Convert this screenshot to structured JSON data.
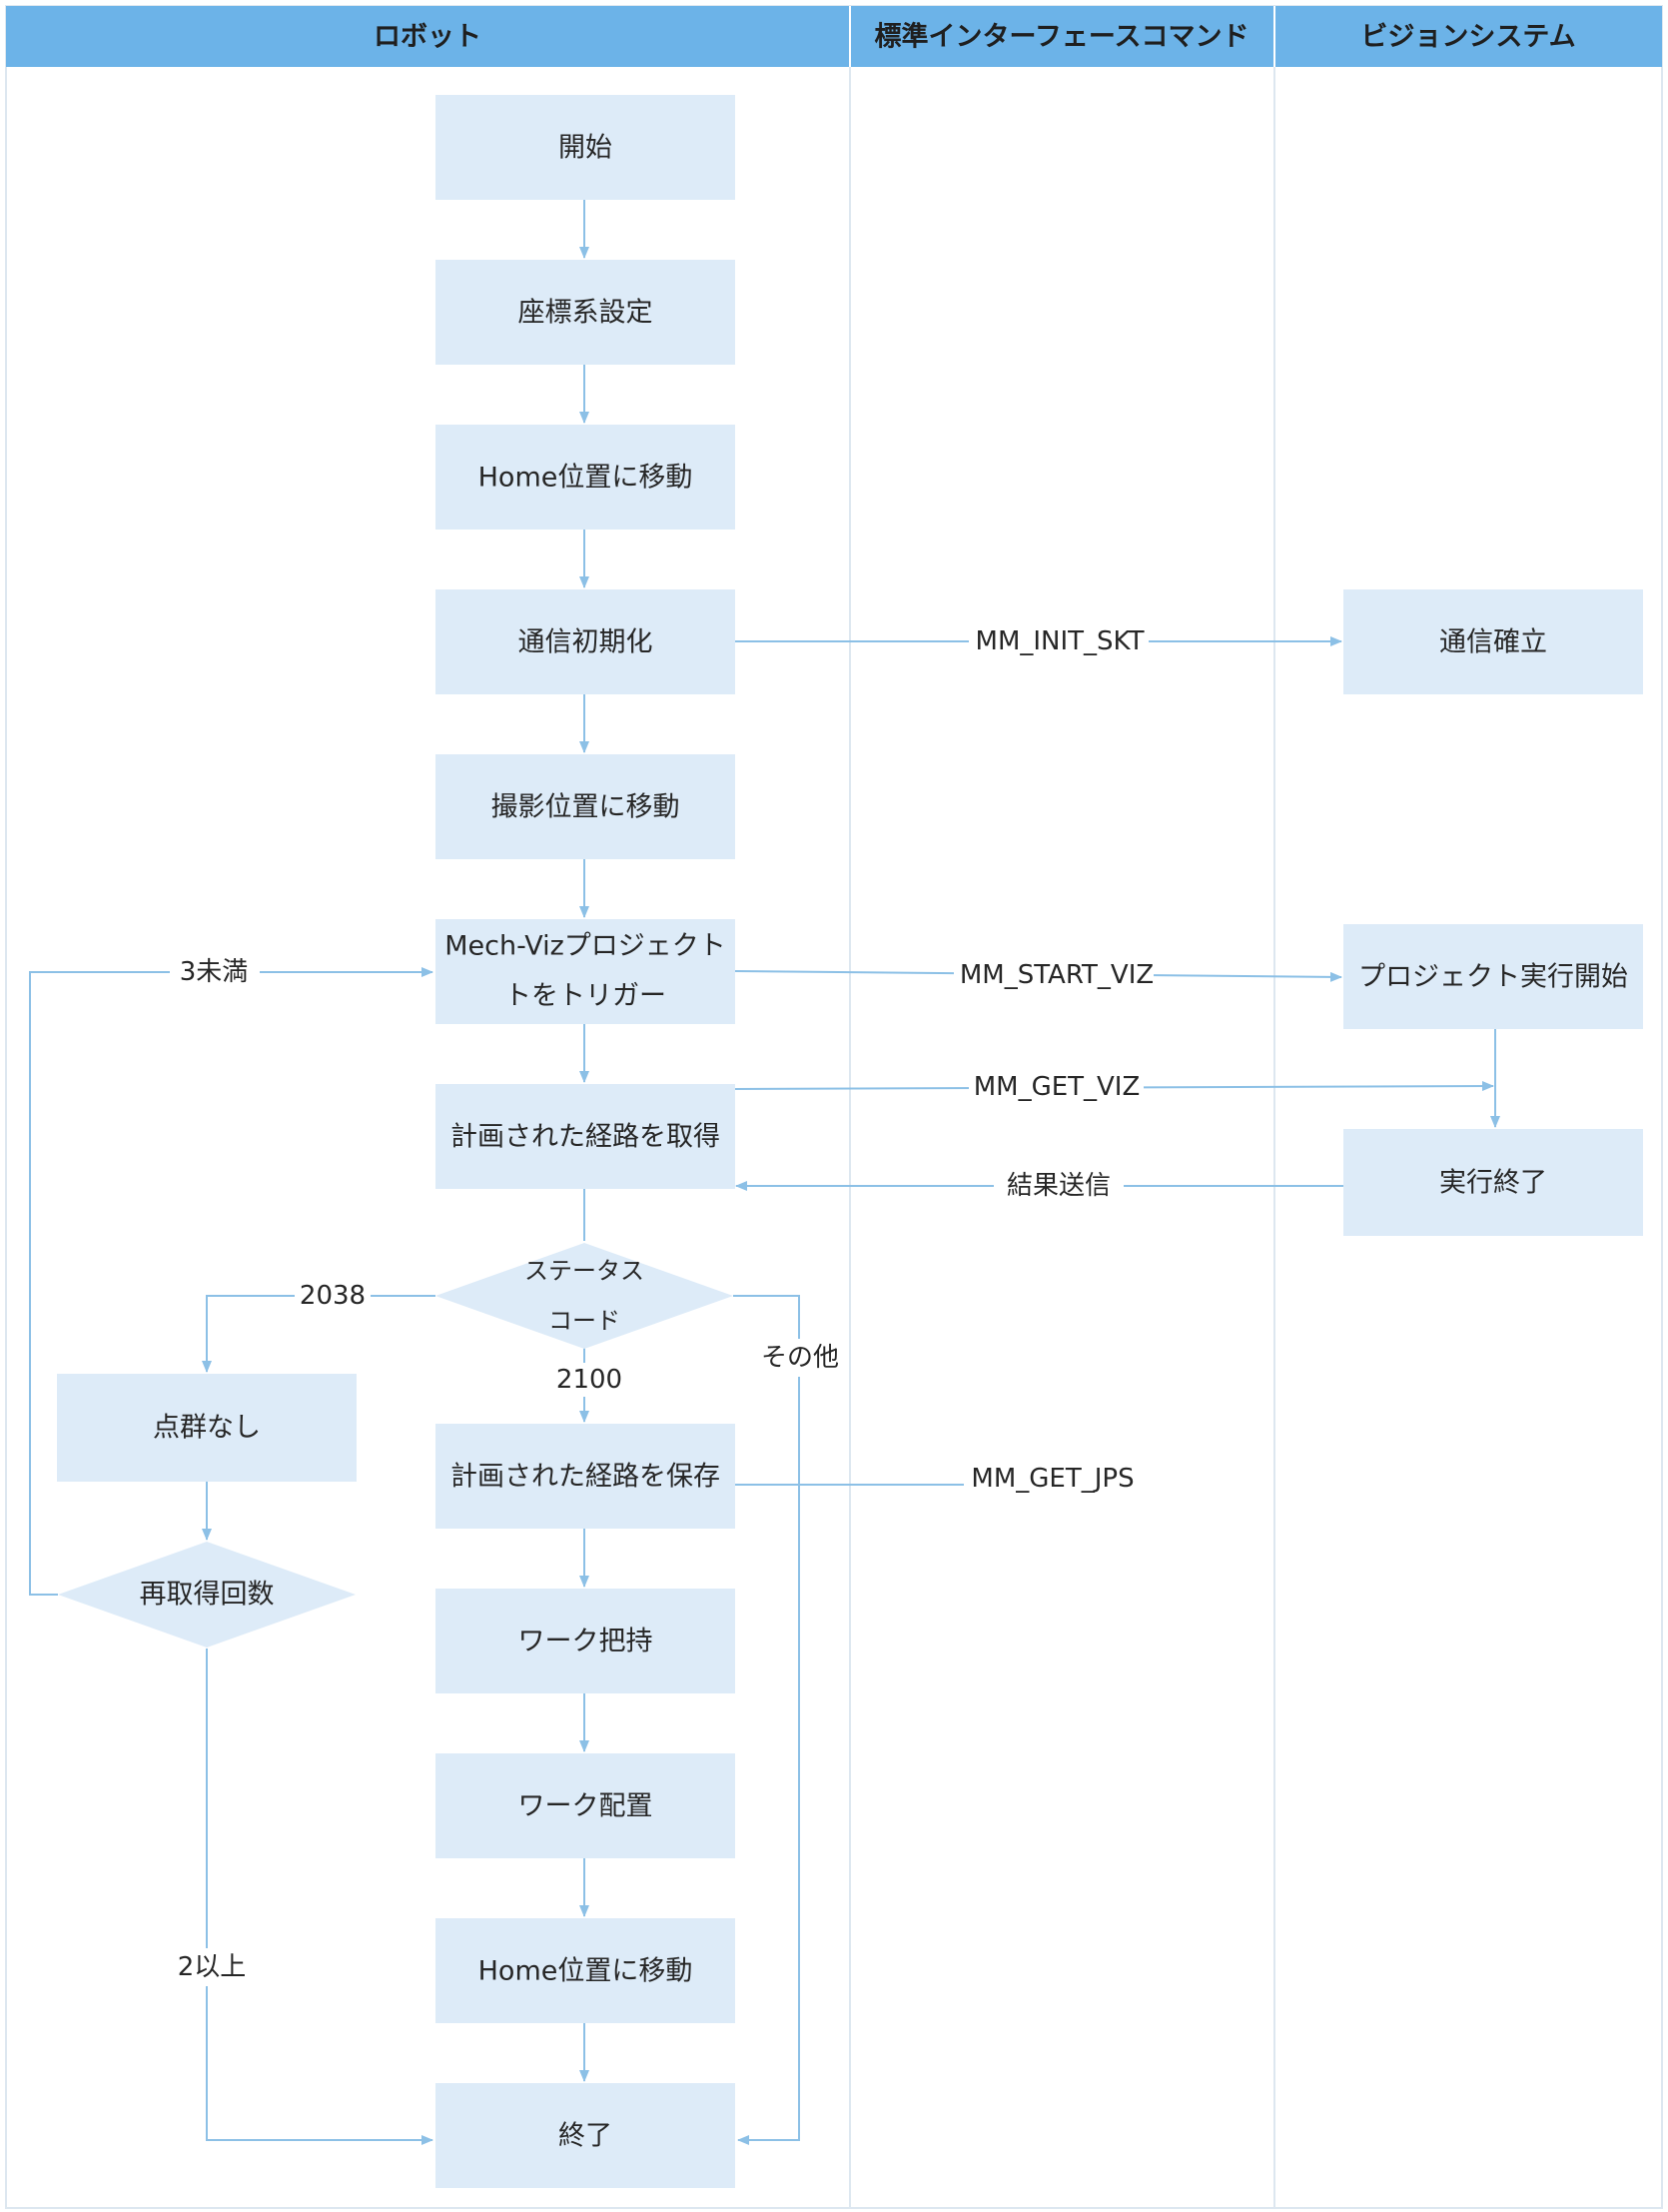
{
  "lanes": {
    "robot": "ロボット",
    "interface": "標準インターフェースコマンド",
    "vision": "ビジョンシステム"
  },
  "nodes": {
    "start": "開始",
    "coord": "座標系設定",
    "home1": "Home位置に移動",
    "comm_init": "通信初期化",
    "capture_move": "撮影位置に移動",
    "trigger_line1": "Mech-Vizプロジェクト",
    "trigger_line2": "トをトリガー",
    "get_path": "計画された経路を取得",
    "status_line1": "ステータス",
    "status_line2": "コード",
    "no_cloud": "点群なし",
    "save_path": "計画された経路を保存",
    "retry_count": "再取得回数",
    "grip": "ワーク把持",
    "place": "ワーク配置",
    "home2": "Home位置に移動",
    "end": "終了",
    "comm_established": "通信確立",
    "project_start": "プロジェクト実行開始",
    "exec_end": "実行終了"
  },
  "edges": {
    "mm_init_skt": "MM_INIT_SKT",
    "mm_start_viz": "MM_START_VIZ",
    "mm_get_viz": "MM_GET_VIZ",
    "result_send": "結果送信",
    "code_2038": "2038",
    "code_2100": "2100",
    "other": "その他",
    "mm_get_jps": "MM_GET_JPS",
    "less_than_3": "3未満",
    "two_or_more": "2以上"
  },
  "colors": {
    "header": "#6cb3e8",
    "node_fill": "#ddebf8",
    "line": "#8cc0e6",
    "lane_border": "#dde7f0"
  }
}
